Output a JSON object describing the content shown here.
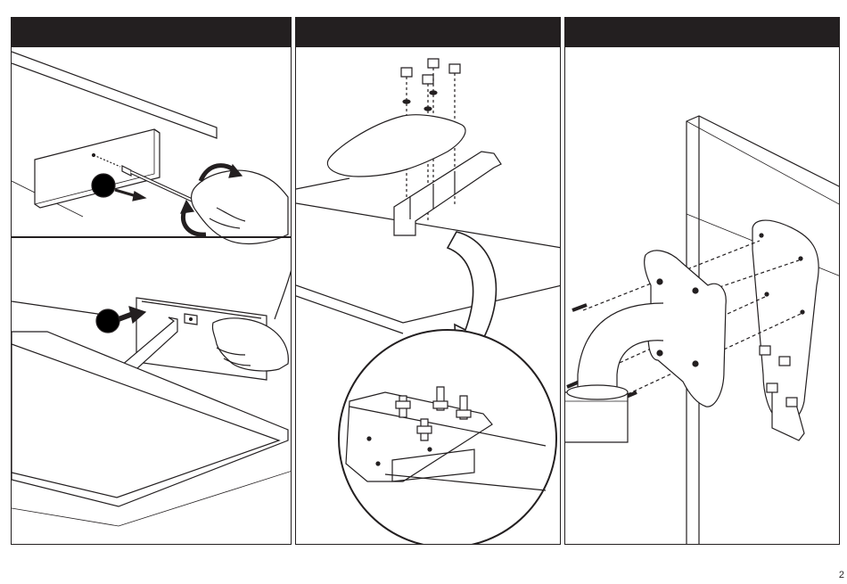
{
  "page": {
    "number": "2"
  },
  "panels": [
    {
      "id": "panel-1",
      "steps": [
        "step-1a",
        "step-1b"
      ]
    },
    {
      "id": "panel-2",
      "steps": [
        "step-2"
      ]
    },
    {
      "id": "panel-3",
      "steps": [
        "step-3"
      ]
    }
  ],
  "colors": {
    "ink": "#231f20",
    "paper": "#ffffff",
    "bullet": "#000000"
  }
}
